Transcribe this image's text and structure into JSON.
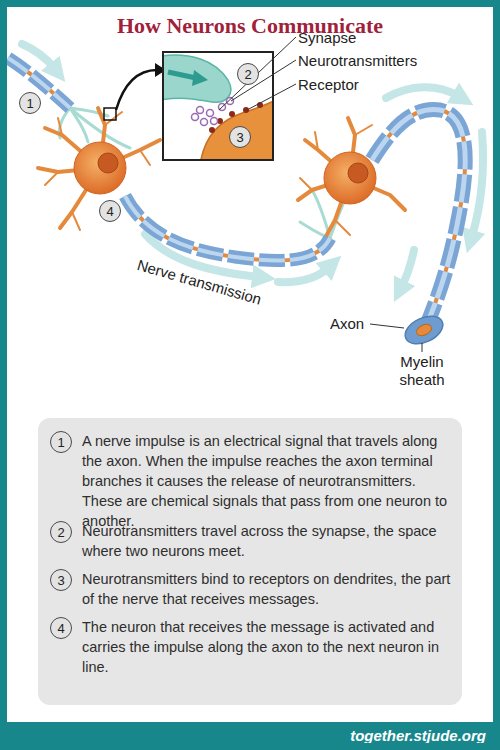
{
  "diagram": {
    "title": "How Neurons Communicate",
    "nodes": [
      {
        "text": [
          "1"
        ]
      },
      {
        "text": [
          "2"
        ]
      },
      {
        "text": [
          "3"
        ]
      },
      {
        "text": [
          "4"
        ]
      },
      {
        "text": [
          "A nerve impulse is an electrical signal that travels along the axon. When the impulse reaches the axon terminal branches it causes the release of neurotransmitters. These are chemical signals that pass from one neuron to another.",
          "Neurotransmitters travel across the synapse, the space where two neurons meet.",
          "Neurotransmitters bind to receptors on dendrites, the part of the nerve that receives messages.",
          "The neuron that receives the message is activated and carries the impulse along the axon to the next neuron in line."
        ]
      },
      {
        "text": [
          "1"
        ],
        "in": 4
      },
      {
        "text": [
          "2"
        ],
        "in": 4
      },
      {
        "text": [
          "3"
        ],
        "in": 4
      },
      {
        "text": [
          "4"
        ],
        "in": 4
      },
      {
        "text": [
          "together.stjude.org"
        ]
      }
    ],
    "labels": [
      "Synapse",
      "Neurotransmitters",
      "Receptor",
      "Nerve transmission",
      "Axon",
      "Myelin sheath"
    ]
  }
}
